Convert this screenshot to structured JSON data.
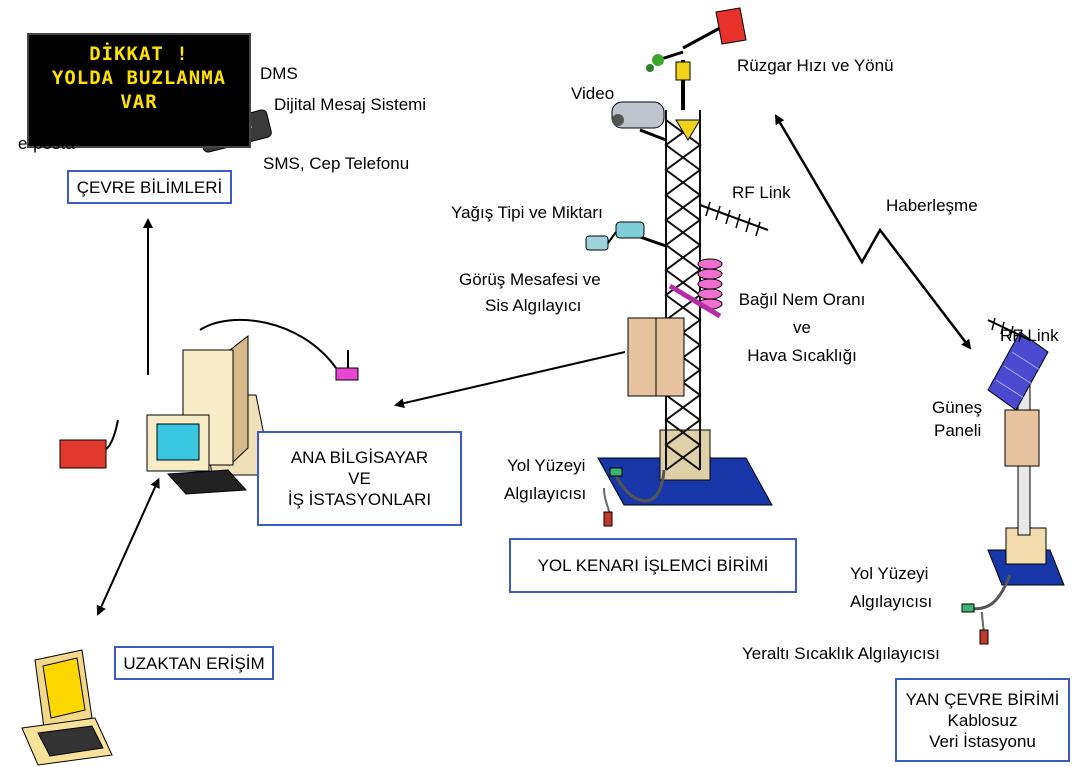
{
  "sign": {
    "lines": [
      "DİKKAT !",
      "YOLDA BUZLANMA",
      "VAR"
    ]
  },
  "labels": {
    "dms": "DMS",
    "dijital": "Dijital Mesaj Sistemi",
    "eposta": "e-posta",
    "sms": "SMS, Cep Telefonu",
    "video": "Video",
    "ruzgar": "Rüzgar Hızı ve Yönü",
    "rflink_top": "RF Link",
    "haberlesme": "Haberleşme",
    "yagis": "Yağış Tipi ve Miktarı",
    "gorus_1": "Görüş Mesafesi ve",
    "gorus_2": "Sis Algılayıcı",
    "nem_1": "Bağıl Nem Oranı",
    "nem_2": "ve",
    "nem_3": "Hava Sıcaklığı",
    "rflink_right": "RF Link",
    "gunes_1": "Güneş",
    "gunes_2": "Paneli",
    "yol1_1": "Yol Yüzeyi",
    "yol1_2": "Algılayıcısı",
    "yol2_1": "Yol Yüzeyi",
    "yol2_2": "Algılayıcısı",
    "yeralti": "Yeraltı Sıcaklık Algılayıcısı"
  },
  "boxes": {
    "cevre": "ÇEVRE BİLİMLERİ",
    "ana_1": "ANA BİLGİSAYAR",
    "ana_2": "VE",
    "ana_3": "İŞ İSTASYONLARI",
    "yol_kenari": "YOL KENARI İŞLEMCİ  BİRİMİ",
    "uzaktan": "UZAKTAN ERİŞİM",
    "yan_1": "YAN ÇEVRE BİRİMİ",
    "yan_2": "Kablosuz",
    "yan_3": "Veri İstasyonu"
  }
}
